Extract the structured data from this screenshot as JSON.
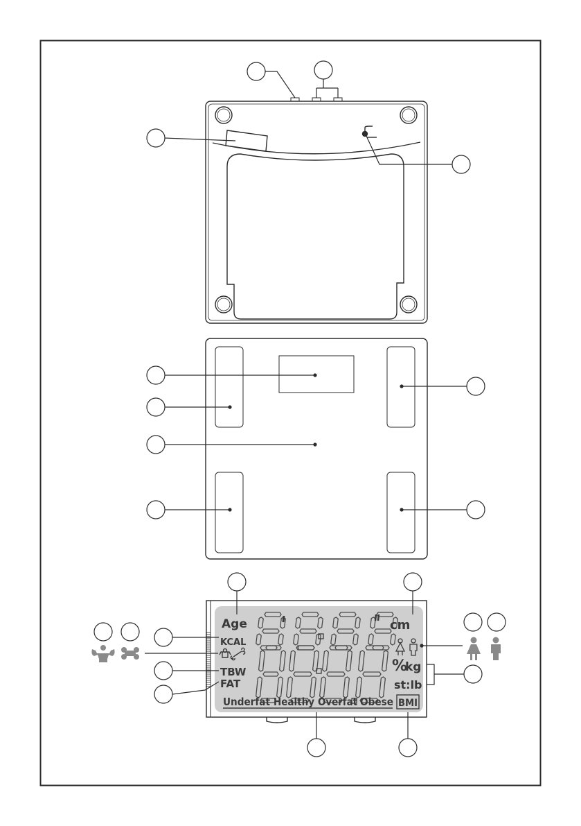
{
  "lcd": {
    "age": "Age",
    "cm": "cm",
    "kcal": "KCAL",
    "tbw": "TBW",
    "fat": "FAT",
    "percent": "%",
    "kg": "kg",
    "stlb": "st:lb",
    "bmi": "BMI",
    "categories": [
      "Underfat",
      "Healthy",
      "Overfat",
      "Obese"
    ]
  },
  "icons": {
    "muscle": "muscle-icon",
    "bone": "bone-icon",
    "female": "female-icon",
    "male": "male-icon"
  },
  "colors": {
    "line": "#2b2b2b",
    "lcd_background": "#cfcfcf",
    "icon_gray": "#8a8a8a",
    "segment": "#4a4a4a"
  }
}
